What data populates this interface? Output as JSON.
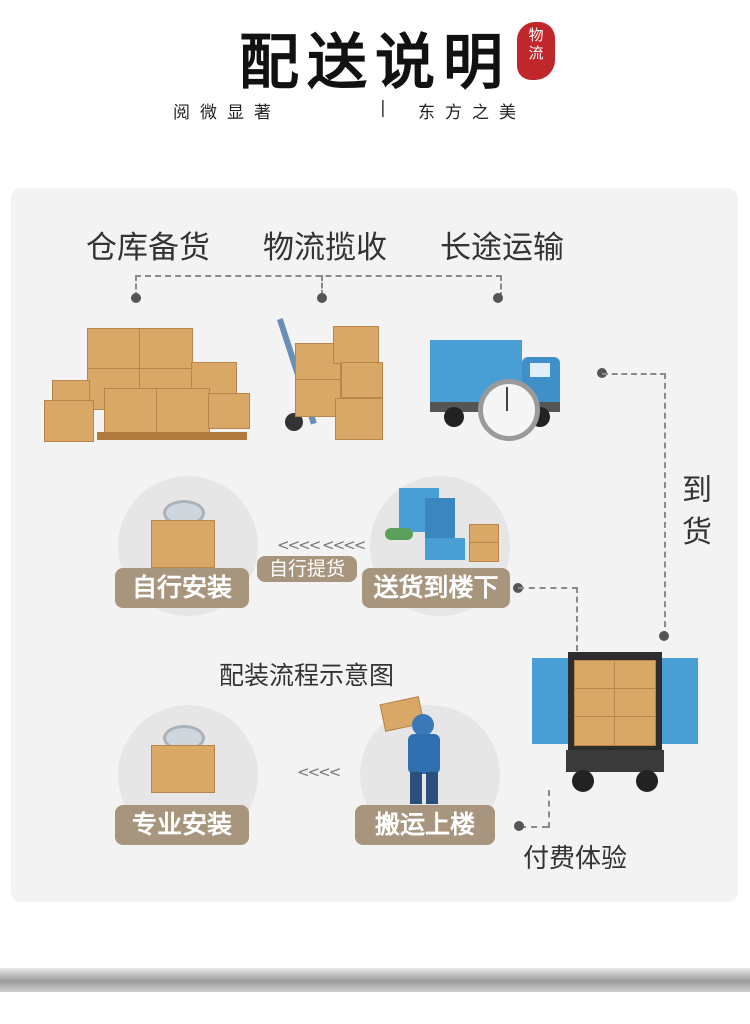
{
  "header": {
    "title": "配送说明",
    "seal": [
      "物",
      "流"
    ],
    "subtitle_left": "阅微显著",
    "subtitle_sep": "|",
    "subtitle_right": "东方之美"
  },
  "steps": {
    "warehouse": "仓库备货",
    "pickup": "物流揽收",
    "transport": "长途运输"
  },
  "arrive": [
    "到",
    "货"
  ],
  "install_self": "自行安装",
  "self_pickup": "自行提货",
  "deliver_downstairs": "送货到楼下",
  "diagram_title": "配装流程示意图",
  "pro_install": "专业安装",
  "carry_upstairs": "搬运上楼",
  "paid_experience": "付费体验",
  "arrows": "<<<<",
  "colors": {
    "pill": "#a8957d",
    "truck_blue": "#4a9ed6",
    "box": "#d9a766",
    "seal": "#c0272d"
  }
}
